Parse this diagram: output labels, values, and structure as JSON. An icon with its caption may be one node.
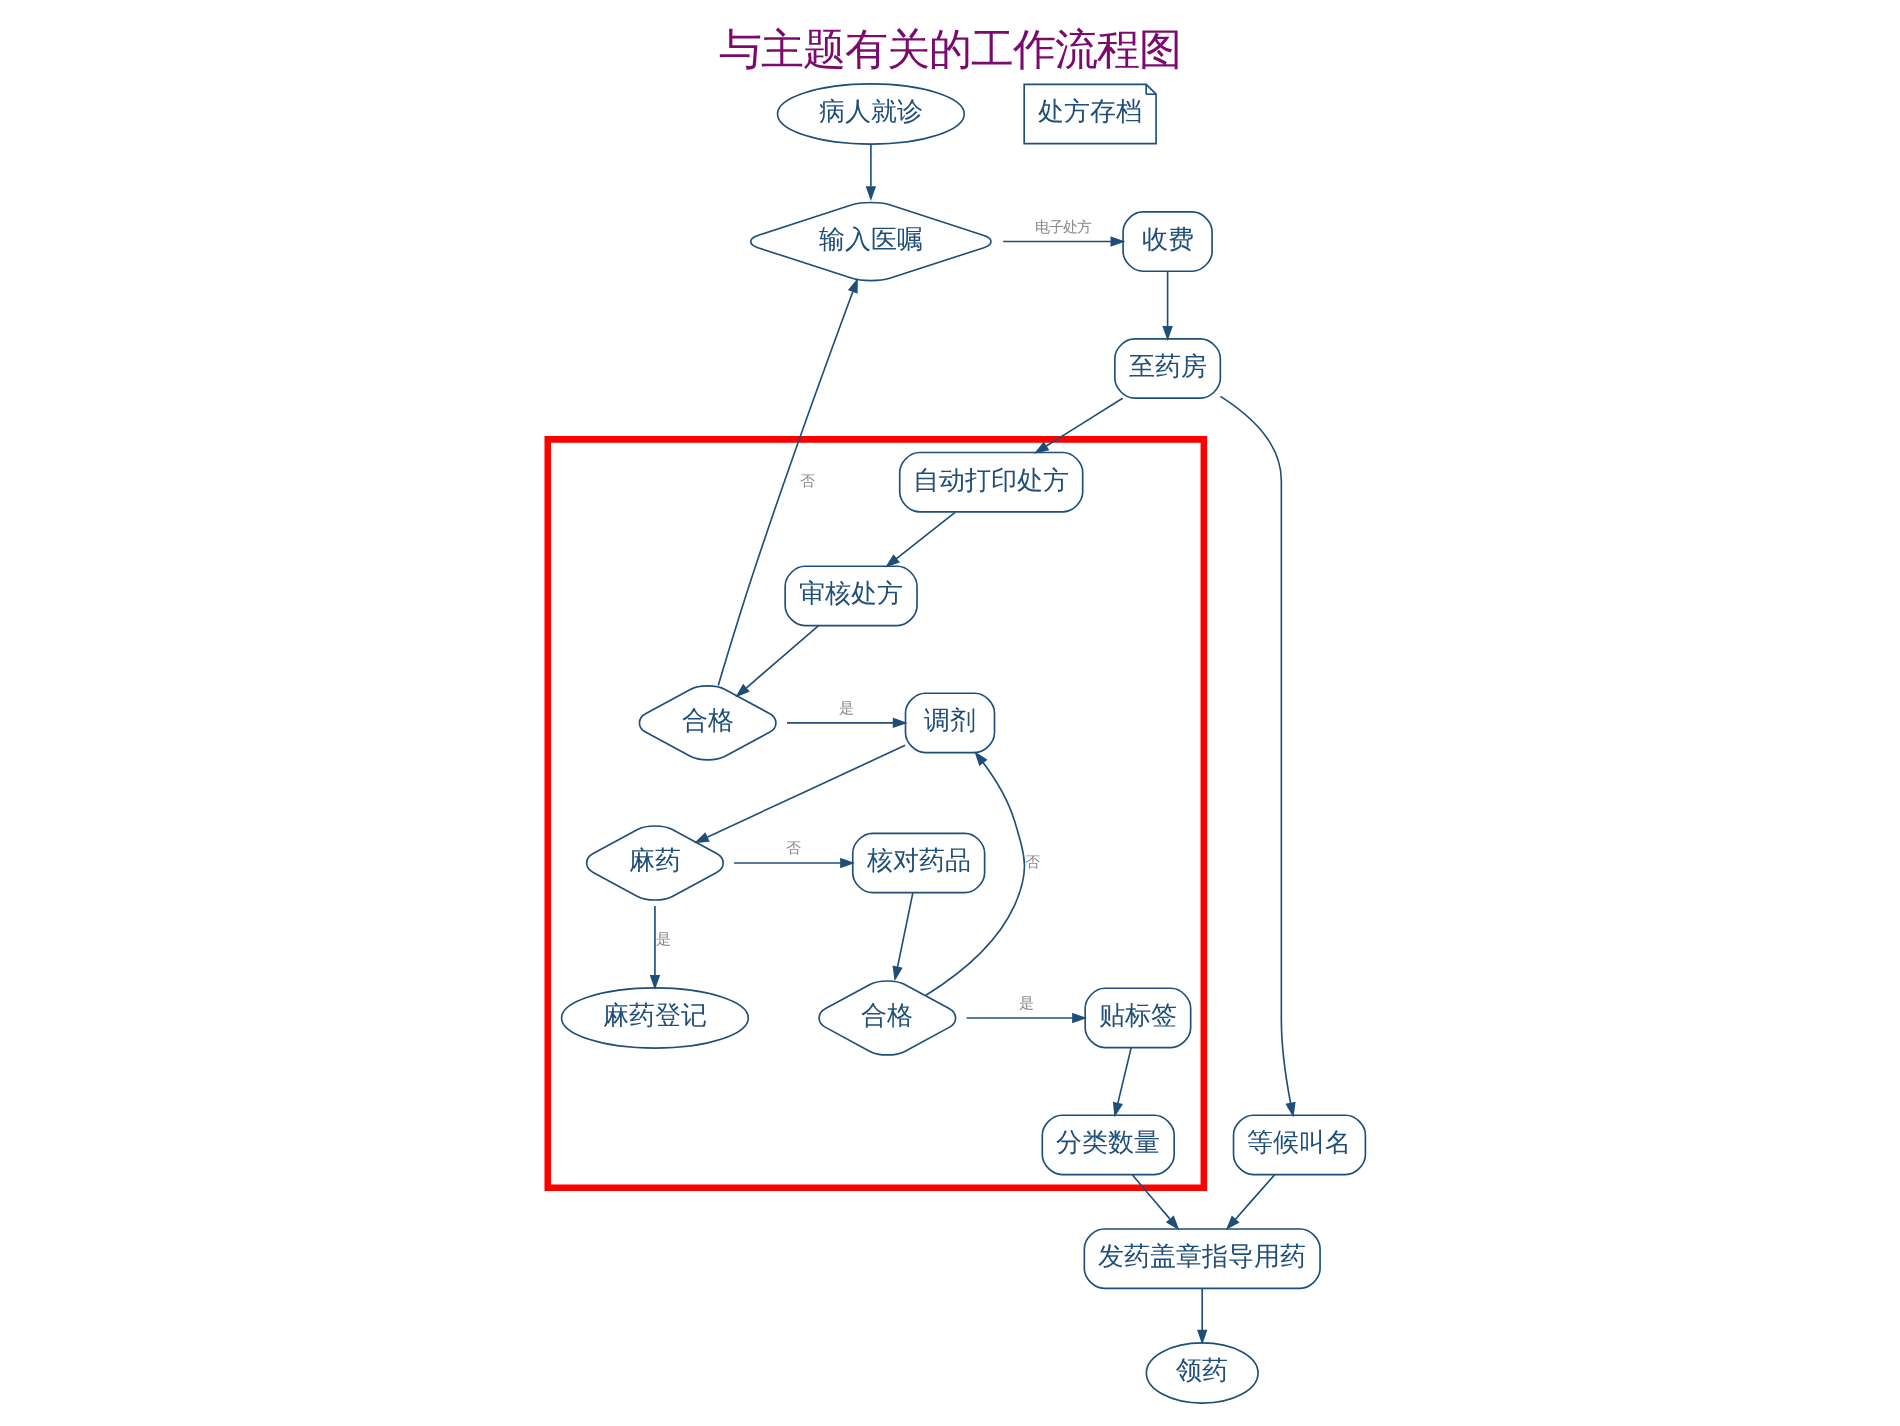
{
  "diagram": {
    "title": "与主题有关的工作流程图",
    "nodes": [
      {
        "text": [
          "病人就诊"
        ]
      },
      {
        "text": [
          "输入医嘱"
        ]
      },
      {
        "text": [
          "收费"
        ]
      },
      {
        "text": [],
        "shape": "box"
      },
      {
        "text": [
          "至药房"
        ]
      },
      {
        "text": [
          "自动打印处方"
        ],
        "in": 3
      },
      {
        "text": [
          "等候叫名"
        ]
      },
      {
        "text": [
          "麻药登记"
        ],
        "in": 3
      },
      {
        "text": [
          "审核处方"
        ],
        "in": 3
      },
      {
        "text": [
          "麻药"
        ],
        "in": 3
      },
      {
        "text": [
          "核对药品"
        ],
        "in": 3
      },
      {
        "text": [
          "合格"
        ],
        "in": 3
      },
      {
        "text": [
          "调剂"
        ],
        "in": 3
      },
      {
        "text": [
          "合格"
        ],
        "in": 3
      },
      {
        "text": [
          "贴标签"
        ],
        "in": 3
      },
      {
        "text": [
          "分类数量"
        ],
        "in": 3
      },
      {
        "text": [
          "发药盖章指导用药"
        ]
      },
      {
        "text": [
          "处方存档"
        ]
      },
      {
        "text": [
          "领药"
        ]
      }
    ],
    "edges": [
      {
        "from": 0,
        "to": 1,
        "arrow": "to"
      },
      {
        "from": 1,
        "to": 2,
        "arrow": "to",
        "label": "电子处方"
      },
      {
        "from": 2,
        "to": 4,
        "arrow": "to"
      },
      {
        "from": 4,
        "to": 5,
        "arrow": "to"
      },
      {
        "from": 4,
        "to": 6,
        "arrow": "to"
      },
      {
        "from": 5,
        "to": 8,
        "arrow": "to"
      },
      {
        "from": 8,
        "to": 11,
        "arrow": "to"
      },
      {
        "from": 11,
        "to": 12,
        "arrow": "to",
        "label": "是"
      },
      {
        "from": 11,
        "to": 1,
        "arrow": "to",
        "label": "否"
      },
      {
        "from": 12,
        "to": 9,
        "arrow": "to"
      },
      {
        "from": 9,
        "to": 7,
        "arrow": "to",
        "label": "是"
      },
      {
        "from": 9,
        "to": 10,
        "arrow": "to",
        "label": "否"
      },
      {
        "from": 10,
        "to": 13,
        "arrow": "to"
      },
      {
        "from": 13,
        "to": 14,
        "arrow": "to",
        "label": "是"
      },
      {
        "from": 13,
        "to": 12,
        "arrow": "to",
        "label": "否"
      },
      {
        "from": 14,
        "to": 15,
        "arrow": "to"
      },
      {
        "from": 15,
        "to": 16,
        "arrow": "to"
      },
      {
        "from": 6,
        "to": 16,
        "arrow": "to"
      },
      {
        "from": 16,
        "to": 18,
        "arrow": "to"
      }
    ]
  }
}
